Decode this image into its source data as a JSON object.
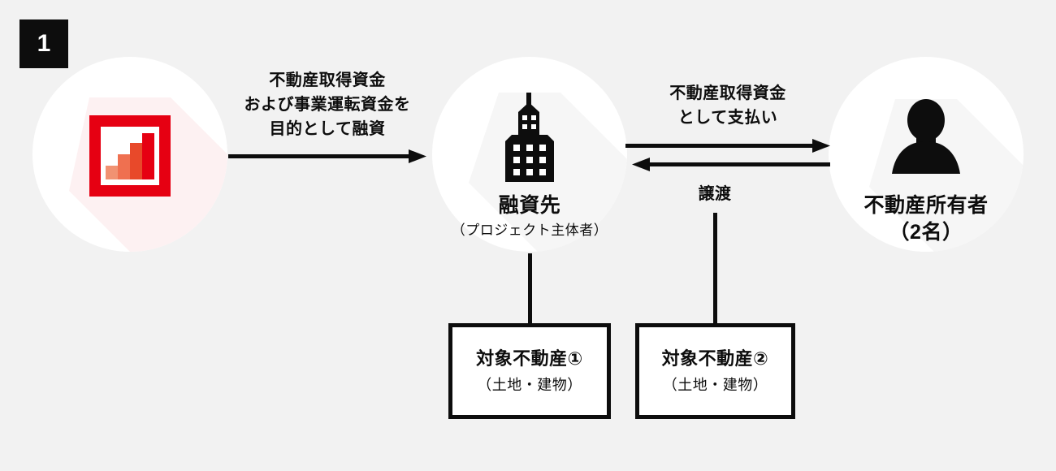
{
  "background_color": "#f2f2f2",
  "accent_color": "#e60012",
  "ink_color": "#0d0d0d",
  "step": {
    "number": "1"
  },
  "nodes": [
    {
      "id": "lender",
      "icon": "bar-chart-icon",
      "title": "",
      "subtitle": ""
    },
    {
      "id": "borrower",
      "icon": "office-building-icon",
      "title": "融資先",
      "subtitle": "（プロジェクト主体者）"
    },
    {
      "id": "owner",
      "icon": "person-silhouette-icon",
      "title": "不動産所有者",
      "subtitle": "（2名）"
    }
  ],
  "arrows": [
    {
      "id": "loan",
      "direction": "right",
      "label_lines": [
        "不動産取得資金",
        "および事業運転資金を",
        "目的として融資"
      ],
      "label": "不動産取得資金\nおよび事業運転資金を\n目的として融資"
    },
    {
      "id": "payment",
      "direction": "right",
      "label_lines": [
        "不動産取得資金",
        "として支払い"
      ],
      "label": "不動産取得資金\nとして支払い"
    },
    {
      "id": "transfer",
      "direction": "left",
      "label_lines": [
        "譲渡"
      ],
      "label": "譲渡"
    }
  ],
  "property_boxes": [
    {
      "id": "property-1",
      "title": "対象不動産①",
      "subtitle": "（土地・建物）"
    },
    {
      "id": "property-2",
      "title": "対象不動産②",
      "subtitle": "（土地・建物）"
    }
  ],
  "chart_icon": {
    "bars": 4,
    "colors": [
      "#f19272",
      "#ef7050",
      "#e8492a",
      "#e60012"
    ],
    "frame_color": "#e60012"
  }
}
